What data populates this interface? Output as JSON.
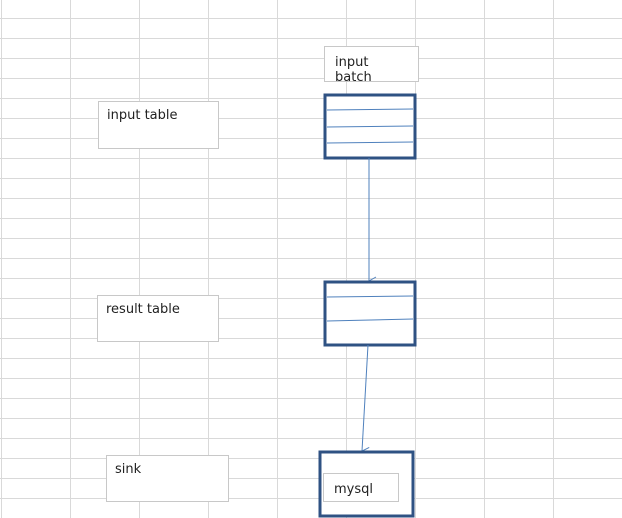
{
  "labels": {
    "input_batch": "input batch",
    "input_table": "input table",
    "result_table": "result table",
    "sink": "sink",
    "mysql": "mysql"
  },
  "colors": {
    "block_border": "#2f5283",
    "arrow": "#4f81bd",
    "row_line": "#4f81bd",
    "grid_line": "#d9d9d9",
    "label_box_border": "#c8c8c8"
  }
}
